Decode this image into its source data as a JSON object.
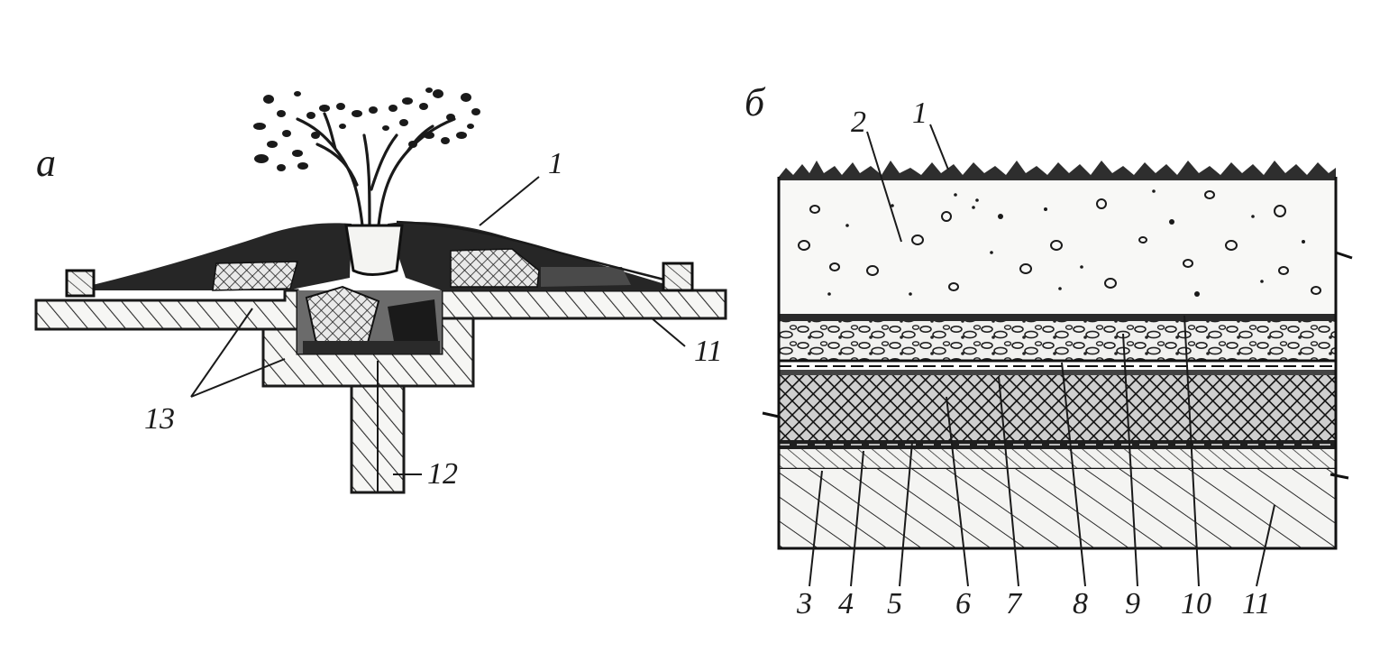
{
  "panel_a": {
    "letter": "а",
    "labels": {
      "l1": "1",
      "l11": "11",
      "l12": "12",
      "l13": "13"
    }
  },
  "panel_b": {
    "letter": "б",
    "top_labels": {
      "l1": "1",
      "l2": "2"
    },
    "bottom_labels": [
      "3",
      "4",
      "5",
      "6",
      "7",
      "8",
      "9",
      "10",
      "11"
    ]
  }
}
